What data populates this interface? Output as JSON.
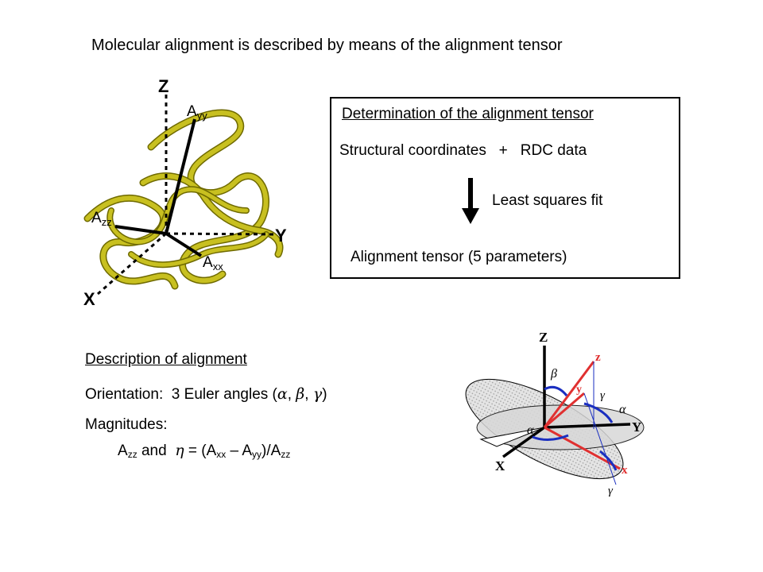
{
  "slide": {
    "title": "Molecular alignment is described by means of the alignment tensor"
  },
  "box": {
    "heading": "Determination of the alignment tensor",
    "structural": "Structural coordinates",
    "plus": "+",
    "rdc": "RDC data",
    "fit": "Least squares fit",
    "result": "Alignment tensor (5 parameters)"
  },
  "protein_figure": {
    "axis_z": "Z",
    "axis_y": "Y",
    "axis_x": "X",
    "ayy_main": "A",
    "ayy_sub": "yy",
    "azz_main": "A",
    "azz_sub": "zz",
    "axx_main": "A",
    "axx_sub": "xx",
    "ribbon_color": "#c8c020",
    "ribbon_outline": "#6f6a00"
  },
  "description": {
    "heading": "Description of alignment",
    "orientation_label": "Orientation:",
    "orientation_text": "3 Euler angles (",
    "alpha": "α",
    "beta": "β",
    "gamma": "γ",
    "comma1": ", ",
    "comma2": ", ",
    "close": ")",
    "magnitudes": "Magnitudes:",
    "f_a1": "A",
    "f_zz1": "zz",
    "f_and": " and ",
    "f_eta": "η",
    "f_eq": " = (A",
    "f_xx": "xx",
    "f_minus": " – A",
    "f_yy": "yy",
    "f_div": ")/A",
    "f_zz2": "zz"
  },
  "euler_figure": {
    "Z": "Z",
    "Y": "Y",
    "X": "X",
    "z": "z",
    "y": "y",
    "x": "x",
    "alpha1": "α",
    "alpha2": "α",
    "beta": "β",
    "gamma1": "γ",
    "gamma2": "γ",
    "red": "#e03030",
    "blue": "#1a2ec0"
  }
}
